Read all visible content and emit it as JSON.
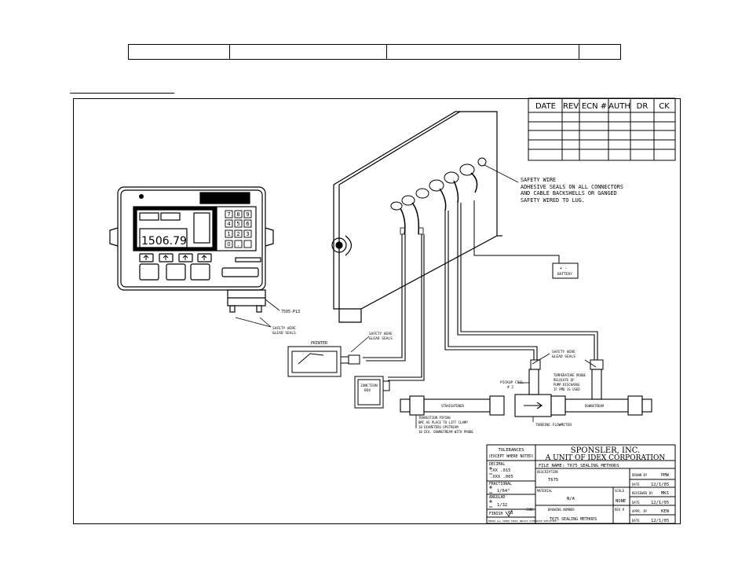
{
  "revision_table": {
    "headers": [
      "DATE",
      "REV",
      "ECN #",
      "AUTH",
      "DR",
      "CK"
    ]
  },
  "callouts": {
    "safety_wire_main": [
      "SAFETY WIRE",
      "ADHESIVE SEALS ON ALL CONNECTORS",
      "AND CABLE BACKSHELLS OR GANGED",
      "SAFETY WIRED TO LUG."
    ],
    "battery": [
      "+  -",
      "BATTERY"
    ],
    "register_part": "7505-P13",
    "safety_wire_register": [
      "SAFETY WIRE",
      "&LEAD SEALS"
    ],
    "printer": "PRINTER",
    "safety_wire_printer": [
      "SAFETY WIRE",
      "&LEAD SEALS"
    ],
    "junction_box": [
      "JUNCTION",
      "BOX"
    ],
    "pickup_coil": [
      "PICKUP COIL",
      "# 2"
    ],
    "safety_wire_coil": [
      "SAFETY WIRE",
      "&LEAD SEALS"
    ],
    "temperature_probe": [
      "TEMPERATURE PROBE",
      "RELOCATE OF",
      "PUMP DISCHARGE",
      "IF PMD IS USED"
    ],
    "straighten": "STRAIGHTENER",
    "turbine_flowmeter": "TURBINE FLOWMETER",
    "downstream": "DOWNSTREAM",
    "transition_piping": [
      "TRANSITION PIPING",
      "BMC AS PLACE TO LIFT CLAMP",
      "10 DIAMETERS UPSTREAM",
      "10 DIA. DOWNSTREAM WITH PROBE"
    ]
  },
  "display": {
    "reading": "1506.79",
    "keypad": [
      "7",
      "8",
      "9",
      "4",
      "5",
      "6",
      "1",
      "2",
      "3",
      "0",
      ".",
      ""
    ]
  },
  "title_block": {
    "tolerances_title": "TOLERANCES",
    "tolerances_sub": "(EXCEPT WHERE NOTED)",
    "decimal_label": "DECIMAL",
    "decimal_1": ".XX   .015",
    "decimal_2": ".XXX  .005",
    "fractional_label": "FRACTIONAL",
    "fractional_value": "1/64\"",
    "angular_label": "ANGULAR",
    "angular_value": "1/32",
    "finish_label": "FINISH",
    "finish_value": "63",
    "break_edges": "BREAK ALL SHARP EDGES UNLESS OTHERWISE SPECIFIED",
    "company_line1": "SPONSLER, INC.",
    "company_line2": "A UNIT OF IDEX CORPORATION",
    "file_name": "FILE NAME: T675 SEALING METHODS",
    "description_label": "DESCRIPTION",
    "description_value": "T675",
    "drawn_by_label": "DRAWN BY",
    "drawn_by_value": "PMW",
    "date_label": "DATE",
    "drawn_date": "12/1/05",
    "material_label": "MATERIAL",
    "material_value": "N/A",
    "scale_label": "SCALE",
    "scale_value": "NONE",
    "reviewed_by_label": "REVIEWED BY",
    "reviewed_by_value": "MKS",
    "reviewed_date": "12/1/05",
    "code_label": "CODE",
    "drawing_number_label": "DRAWING NUMBER",
    "drawing_number_value": "T675 SEALING METHODS",
    "rev_label": "REV #",
    "appr_by_label": "APPR. BY",
    "appr_by_value": "KEN",
    "appr_date": "12/1/05"
  }
}
